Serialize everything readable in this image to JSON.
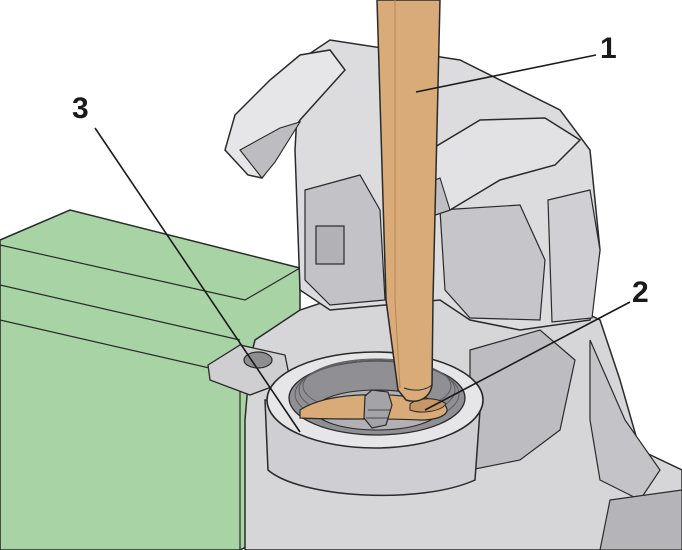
{
  "callouts": [
    {
      "id": "1",
      "label": "1"
    },
    {
      "id": "2",
      "label": "2"
    },
    {
      "id": "3",
      "label": "3"
    }
  ],
  "colors": {
    "background": "#ffffff",
    "housing_light": "#e4e4e6",
    "housing_mid": "#c9c9cc",
    "housing_dark": "#a9a9ad",
    "panel_green": "#a8d3a4",
    "panel_green_dark": "#8fc08b",
    "tool_tan": "#d8ab79",
    "tool_tan_dark": "#b78555",
    "outline": "#2a2a2a"
  }
}
